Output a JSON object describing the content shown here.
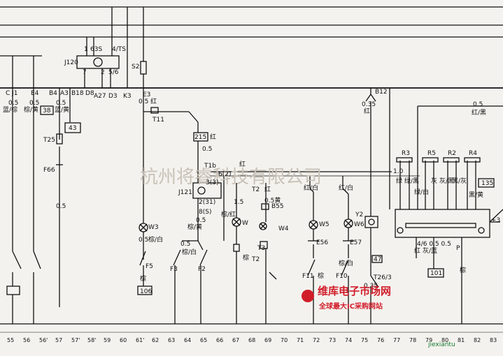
{
  "top_labels": {
    "relay_pin_1": "1",
    "relay_pin_63S": "63S",
    "relay_pin_4TS": "4/TS",
    "relay_pin_7": "7",
    "relay_pin_2": "2",
    "relay_pin_56": "5/6",
    "relay_name": "J120",
    "fuse_s2": "S2"
  },
  "bus_terminals": [
    "C J1",
    "E4",
    "B4",
    "A3",
    "B18",
    "D8",
    "A27",
    "D3",
    "K3",
    "E3",
    "B12"
  ],
  "wires_left": {
    "w1": "0.5",
    "w1c": "蓝/棕",
    "w2": "0.5",
    "w2c": "棕/黄",
    "w3": "0.5",
    "w3c": "蓝/黄",
    "box38": "38",
    "box43": "43",
    "t25": "T25",
    "f66": "F66",
    "w4": "0.5"
  },
  "center": {
    "e3_wire": "0.5 红",
    "t11": "T11",
    "box215": "215",
    "red": "红",
    "w05a": "0.5",
    "t1b": "T1b",
    "red2": "红",
    "j121": "J121",
    "pin3": "3(3)",
    "pin6": "6(2)",
    "pin2_31": "2(31)",
    "pin8s": "8(S)",
    "w05b": "0.5",
    "brown_yellow": "棕/黄",
    "w3_lamp": "W3",
    "w3_wire": "0.5",
    "w3_color": "棕/白",
    "w05c": "0.5",
    "brown_white": "棕/白",
    "f3": "F3",
    "f2": "F2",
    "f5": "F5",
    "brown": "棕",
    "box106": "106",
    "t2": "T2",
    "red3": "红",
    "b55": "B55",
    "w05_15": "1.5",
    "w_lamp": "W",
    "w4_lamp": "W4",
    "w05yellow": "0.5黄",
    "brown_red": "棕/红",
    "t3": "T3",
    "brown2": "棕",
    "t2b": "T2"
  },
  "right_center": {
    "red_white1": "红/白",
    "red_white2": "红/白",
    "w5": "W5",
    "w6": "W6",
    "e56": "E56",
    "e57": "E57",
    "f11": "F11",
    "f10": "F10",
    "brown_white3": "棕/白",
    "brown3": "棕",
    "y2": "Y2",
    "box47": "47",
    "t26": "T26/3",
    "b12_wire": "0.35",
    "b12_color": "红",
    "w035": "0.35"
  },
  "right_panel": {
    "r3": "R3",
    "r5": "R5",
    "r2": "R2",
    "r4": "R4",
    "wire_red_black": "红/黑",
    "red_black2": "0.5",
    "ten": "1.0",
    "c1": "绿",
    "c2": "绿/黑",
    "c3": "绿/白",
    "c4": "灰",
    "c5": "灰/黑",
    "c6": "黑/灰",
    "c7": "黑/黄",
    "box135": "135",
    "box101": "101",
    "gray_blue": "灰/蓝",
    "red_lbl": "红",
    "p_lbl": "P",
    "brown4": "棕",
    "plus3": "+3",
    "vals": "4/6 0.5 0.5"
  },
  "bottom_numbers": [
    "55",
    "56",
    "56'",
    "57",
    "57'",
    "58'",
    "59",
    "60",
    "61'",
    "62",
    "63",
    "64",
    "65",
    "66",
    "67",
    "68",
    "69",
    "70",
    "71",
    "72",
    "73",
    "74",
    "75",
    "76",
    "77",
    "78",
    "79",
    "80",
    "81",
    "82",
    "83"
  ],
  "watermark": "杭州将睿科技有限公司",
  "brand": {
    "name": "维库电子市场网",
    "sub": "全球最大IC采购网站",
    "site": "jiexiantu"
  },
  "colors": {
    "ink": "#111111",
    "paper": "#f4f2ee",
    "brand_red": "#d11d2a"
  }
}
